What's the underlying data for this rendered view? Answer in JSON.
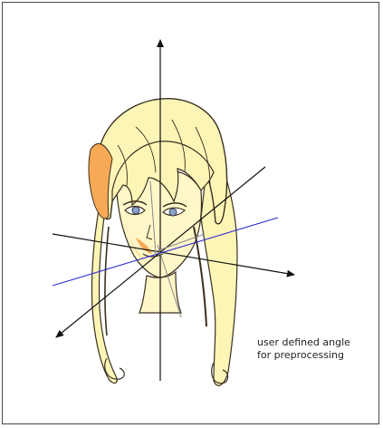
{
  "caption": {
    "line1": "user defined angle",
    "line2": "for preprocessing"
  },
  "colors": {
    "frame": "#4a4a4a",
    "axis": "#111111",
    "rotated_axis": "#2b2bd0",
    "hair_fill": "#fdf5b6",
    "skin_fill": "#fff7c8",
    "shadow_fill": "#f7a955",
    "outline": "#3a3020",
    "eye": "#8aa0c8"
  },
  "icons": [
    "head-illustration",
    "coordinate-axes"
  ]
}
